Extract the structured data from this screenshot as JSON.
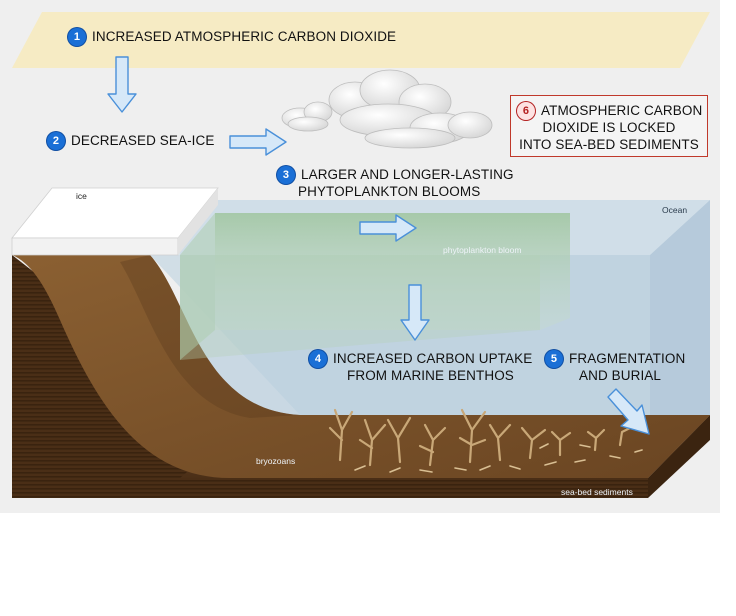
{
  "steps": {
    "s1": {
      "num": "1",
      "text": "INCREASED ATMOSPHERIC CARBON DIOXIDE"
    },
    "s2": {
      "num": "2",
      "text": "DECREASED SEA-ICE"
    },
    "s3": {
      "num": "3",
      "line1": "LARGER AND LONGER-LASTING",
      "line2": "PHYTOPLANKTON BLOOMS"
    },
    "s4": {
      "num": "4",
      "line1": "INCREASED CARBON UPTAKE",
      "line2": "FROM MARINE BENTHOS"
    },
    "s5": {
      "num": "5",
      "line1": "FRAGMENTATION",
      "line2": "AND BURIAL"
    },
    "s6": {
      "num": "6",
      "line1": "ATMOSPHERIC CARBON",
      "line2": "DIOXIDE IS LOCKED",
      "line3": "INTO SEA-BED SEDIMENTS"
    }
  },
  "labels": {
    "ice": "ice",
    "ocean": "Ocean",
    "bloom": "phytoplankton bloom",
    "bryozoans": "bryozoans",
    "sediments": "sea-bed sediments"
  },
  "colors": {
    "background": "#efefef",
    "atmosphere": "#f6ebc4",
    "arrow_fill": "#d6e8f8",
    "arrow_stroke": "#4a90d9",
    "ocean": "#cfdde8",
    "bloom": "#b9d6b8",
    "sediment": "#5a3a1e",
    "badge": "#1a6fd6",
    "box6_border": "#c0392b"
  }
}
